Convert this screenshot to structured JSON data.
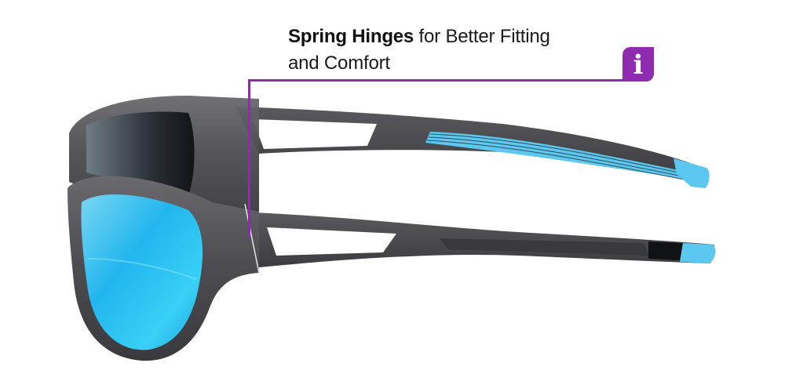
{
  "callout": {
    "title_bold": "Spring Hinges",
    "title_rest": " for Better Fitting",
    "line2": "and Comfort",
    "icon": "info-icon",
    "icon_glyph": "i",
    "accent_color": "#8e2bb0"
  },
  "product": {
    "description": "Side view of sport sunglasses with translucent grey frame, blue mirrored lens, and blue temple tips",
    "frame_color": "#4a4a4e",
    "lens_color": "#2ec4f2",
    "tip_color": "#5cc8f0"
  }
}
